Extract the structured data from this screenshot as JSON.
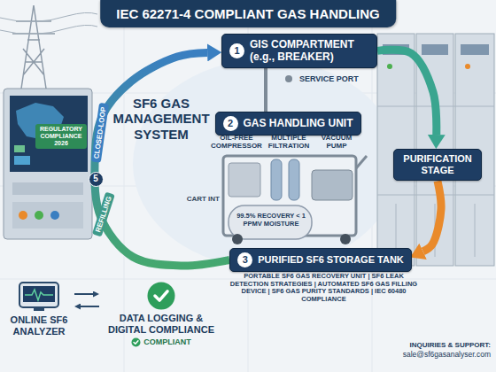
{
  "diagram": {
    "title": "IEC 62271-4 COMPLIANT GAS HANDLING",
    "nodes": [
      {
        "text": [
          "1",
          "GIS COMPARTMENT (e.g., BREAKER)"
        ]
      },
      {
        "text": [
          "2",
          "GAS HANDLING UNIT"
        ]
      },
      {
        "text": [
          "PURIFICATION STAGE"
        ]
      },
      {
        "text": [
          "3",
          "PURIFIED SF6 STORAGE TANK"
        ]
      },
      {
        "text": [
          "ONLINE SF6 ANALYZER"
        ]
      },
      {
        "text": [
          "DATA LOGGING & DIGITAL COMPLIANCE",
          "COMPLIANT"
        ]
      }
    ],
    "edges": [
      {
        "from": 0,
        "to": 1,
        "arrow": "none"
      },
      {
        "from": 0,
        "to": 2,
        "arrow": "to"
      },
      {
        "from": 2,
        "to": 3,
        "arrow": "to"
      },
      {
        "from": 3,
        "to": 0,
        "label": "REFILLING",
        "arrow": "to"
      },
      {
        "from": 4,
        "to": 5,
        "arrow": "to"
      },
      {
        "from": 5,
        "to": 4,
        "arrow": "to"
      }
    ],
    "labels": [
      "SF6 GAS MANAGEMENT SYSTEM",
      "SERVICE PORT",
      "OIL-FREE COMPRESSOR",
      "MULTIPLE FILTRATION",
      "VACUUM PUMP",
      "CART INT",
      "99.5% RECOVERY < 1 PPMV MOISTURE",
      "CLOSED-LOOP",
      "5",
      "REGULATORY COMPLIANCE 2026",
      "PORTABLE SF6 GAS RECOVERY UNIT | SF6 LEAK DETECTION STRATEGIES | AUTOMATED SF6 GAS FILLING DEVICE | SF6 GAS PURITY STANDARDS | IEC 60480 COMPLIANCE",
      "INQUIRIES & SUPPORT:",
      "sale@sf6gasanalyser.com"
    ]
  }
}
